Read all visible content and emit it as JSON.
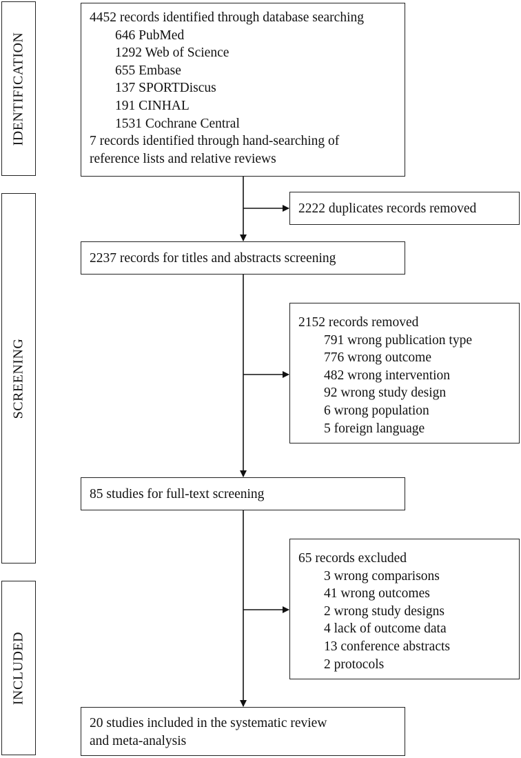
{
  "stages": {
    "identification": "IDENTIFICATION",
    "screening": "SCREENING",
    "included": "INCLUDED"
  },
  "identification_box": {
    "database_line": "4452 records identified through database searching",
    "databases": [
      "646 PubMed",
      "1292 Web of Science",
      "655 Embase",
      "137 SPORTDiscus",
      "191 CINHAL",
      "1531 Cochrane Central"
    ],
    "hand_search_lines": [
      "7 records identified through hand-searching of",
      "reference lists and relative reviews"
    ]
  },
  "duplicates_box": {
    "text": "2222 duplicates records removed"
  },
  "screening_box": {
    "text": "2237 records for titles and abstracts screening"
  },
  "removed_box": {
    "title": "2152 records removed",
    "reasons": [
      "791 wrong publication type",
      "776 wrong outcome",
      "482 wrong intervention",
      "92 wrong study design",
      "6 wrong population",
      "5 foreign language"
    ]
  },
  "fulltext_box": {
    "text": "85 studies for full-text screening"
  },
  "excluded_box": {
    "title": "65 records excluded",
    "reasons": [
      "3 wrong comparisons",
      "41 wrong outcomes",
      "2 wrong study designs",
      "4 lack of outcome data",
      "13 conference abstracts",
      "2 protocols"
    ]
  },
  "included_box": {
    "lines": [
      "20 studies included in the systematic review",
      "and meta-analysis"
    ]
  }
}
